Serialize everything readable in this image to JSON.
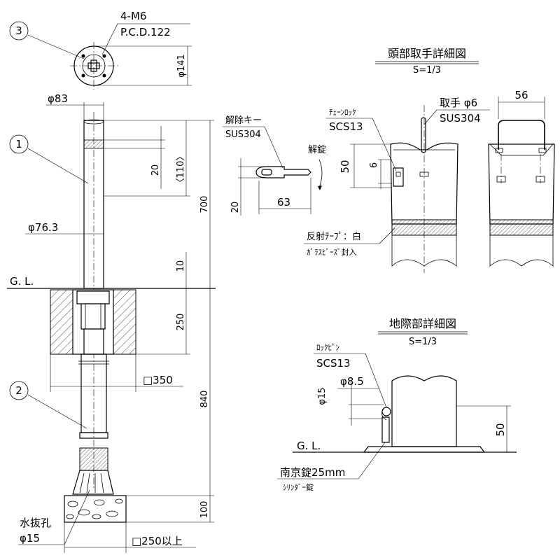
{
  "labels": {
    "bolt_count": "4-M6",
    "pcd": "P.C.D.122",
    "flange_dia": "φ141",
    "pipe_dia_top": "φ83",
    "pipe_dia_mid": "φ76.3",
    "dim_20": "20",
    "dim_110": "〈110〉",
    "dim_700": "700",
    "dim_10": "10",
    "ground_label": "G. L.",
    "dim_250": "250",
    "base_size": "□350",
    "dim_840": "840",
    "dim_100": "100",
    "drain_hole": "水抜孔",
    "drain_dia": "φ15",
    "base_bottom": "□250以上",
    "callout_1": "1",
    "callout_2": "2",
    "callout_3": "3",
    "release_key": "解除キー",
    "release_key_mat": "SUS304",
    "key_20": "20",
    "key_63": "63",
    "unlock": "解錠",
    "head_title": "頭部取手詳細図",
    "head_scale": "S=1/3",
    "chain_lock": "ﾁｪｰﾝﾛｯｸ",
    "chain_lock_mat": "SCS13",
    "handle": "取手 φ6",
    "handle_mat": "SUS304",
    "head_56": "56",
    "head_50": "50",
    "head_6": "6",
    "reflect_tape": "反射ﾃｰﾌﾟ：白",
    "glass_beads": "ｶﾞﾗｽﾋﾞｰｽﾞ封入",
    "ground_title": "地際部詳細図",
    "ground_scale": "S=1/3",
    "lock_pin": "ﾛｯｸﾋﾟﾝ",
    "lock_pin_mat": "SCS13",
    "pin_dia": "φ8.5",
    "pin_15": "φ15",
    "ground_50": "50",
    "ground_gl": "G. L.",
    "padlock": "南京錠25mm",
    "cylinder_lock": "ｼﾘﾝﾀﾞｰ錠"
  }
}
